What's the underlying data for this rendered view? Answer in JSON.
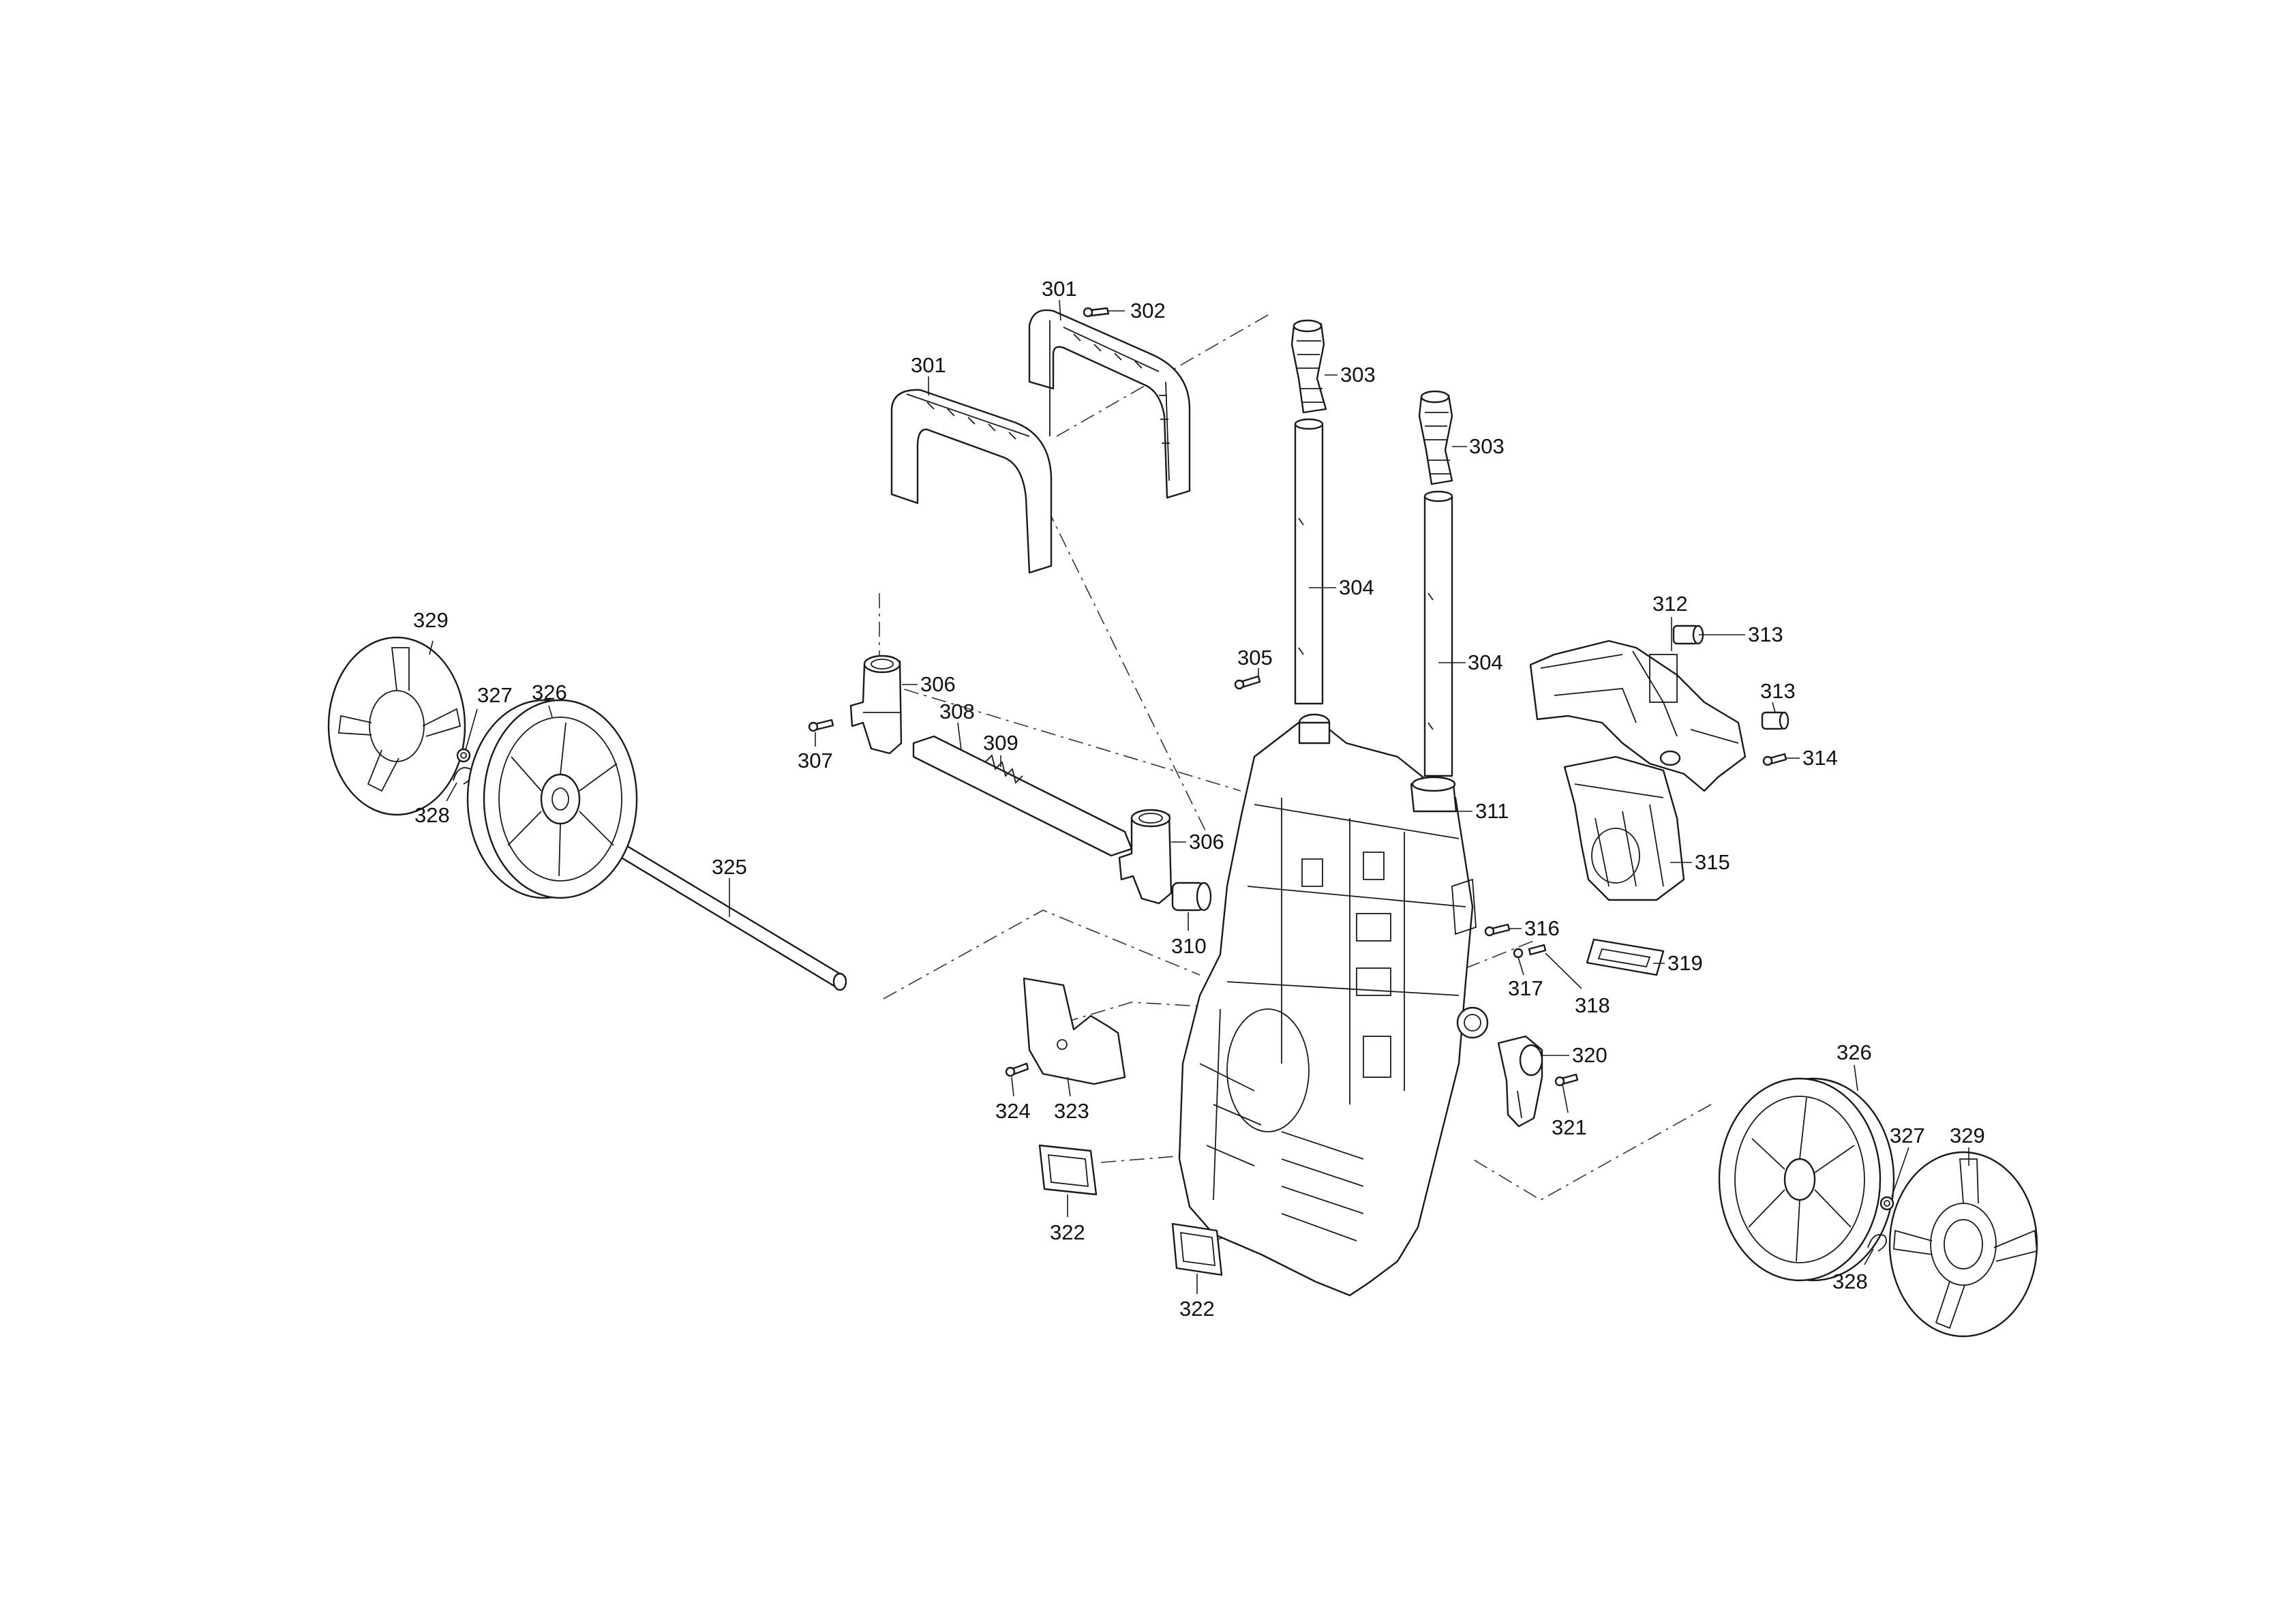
{
  "labels": {
    "l301a": "301",
    "l301b": "301",
    "l302": "302",
    "l303a": "303",
    "l303b": "303",
    "l304a": "304",
    "l304b": "304",
    "l305": "305",
    "l306a": "306",
    "l306b": "306",
    "l307": "307",
    "l308": "308",
    "l309": "309",
    "l310": "310",
    "l311": "311",
    "l312": "312",
    "l313a": "313",
    "l313b": "313",
    "l314": "314",
    "l315": "315",
    "l316": "316",
    "l317": "317",
    "l318": "318",
    "l319": "319",
    "l320": "320",
    "l321": "321",
    "l322a": "322",
    "l322b": "322",
    "l323": "323",
    "l324": "324",
    "l325": "325",
    "l326a": "326",
    "l326b": "326",
    "l327a": "327",
    "l327b": "327",
    "l328a": "328",
    "l328b": "328",
    "l329a": "329",
    "l329b": "329"
  }
}
